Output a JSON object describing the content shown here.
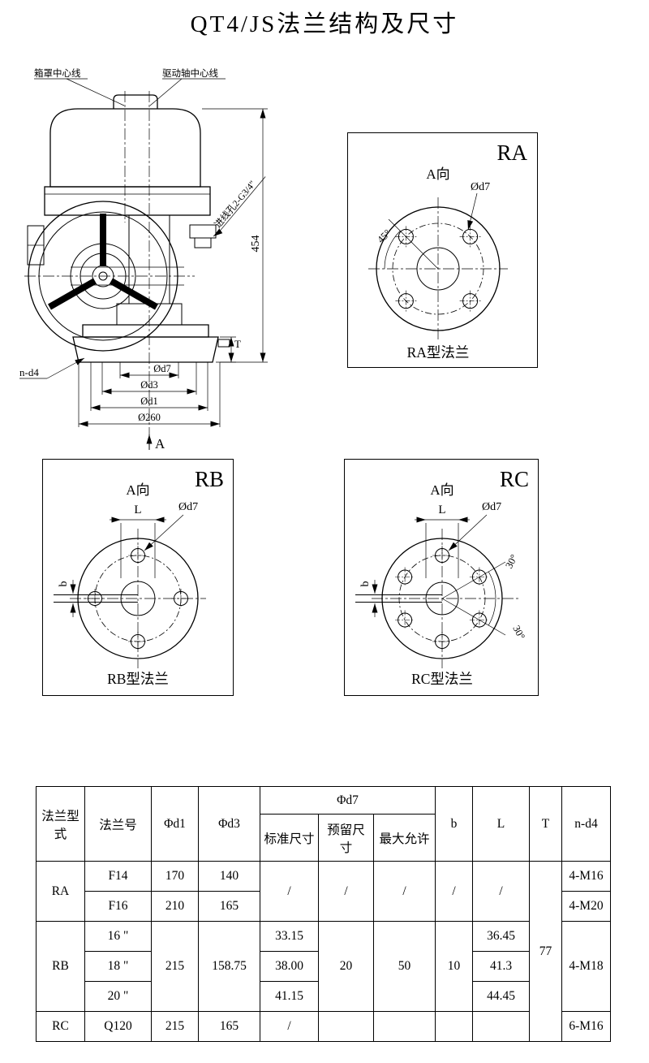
{
  "page": {
    "title": "QT4/JS法兰结构及尺寸"
  },
  "main_drawing": {
    "cover_centerline": "箱罩中心线",
    "shaft_centerline": "驱动轴中心线",
    "wire_hole": "进线孔2-G3/4\"",
    "overall_height": "454",
    "flange_thickness": "T",
    "bolt_note": "n-d4",
    "dia_d7": "Ød7",
    "dia_d3": "Ød3",
    "dia_d1": "Ød1",
    "dia_260": "Ø260",
    "view_label": "A"
  },
  "ra": {
    "code": "RA",
    "view": "A向",
    "dia_d7": "Ød7",
    "angle_45": "45°",
    "caption": "RA型法兰"
  },
  "rb": {
    "code": "RB",
    "view": "A向",
    "dim_l": "L",
    "dia_d7": "Ød7",
    "dim_b": "b",
    "caption": "RB型法兰"
  },
  "rc": {
    "code": "RC",
    "view": "A向",
    "dim_l": "L",
    "dia_d7": "Ød7",
    "dim_b": "b",
    "angle_30_upper": "30°",
    "angle_30_lower": "30°",
    "caption": "RC型法兰"
  },
  "table": {
    "headers": {
      "flange_type": "法兰型式",
      "flange_no": "法兰号",
      "d1": "Φd1",
      "d3": "Φd3",
      "d7": "Φd7",
      "d7_standard": "标准尺寸",
      "d7_reserved": "预留尺寸",
      "d7_max": "最大允许",
      "b": "b",
      "l": "L",
      "t": "T",
      "nd4": "n-d4"
    },
    "t_value": "77",
    "ra": {
      "type": "RA",
      "row1": {
        "no": "F14",
        "d1": "170",
        "d3": "140",
        "nd4": "4-M16"
      },
      "row2": {
        "no": "F16",
        "d1": "210",
        "d3": "165",
        "nd4": "4-M20"
      },
      "d7_standard": "/",
      "d7_reserved": "/",
      "d7_max": "/",
      "b": "/",
      "l": "/"
    },
    "rb": {
      "type": "RB",
      "d1": "215",
      "d3": "158.75",
      "d7_reserved": "20",
      "d7_max": "50",
      "b": "10",
      "nd4": "4-M18",
      "row1": {
        "no": "16 \"",
        "d7_standard": "33.15",
        "l": "36.45"
      },
      "row2": {
        "no": "18 \"",
        "d7_standard": "38.00",
        "l": "41.3"
      },
      "row3": {
        "no": "20 \"",
        "d7_standard": "41.15",
        "l": "44.45"
      }
    },
    "rc": {
      "type": "RC",
      "no": "Q120",
      "d1": "215",
      "d3": "165",
      "d7_standard": "/",
      "nd4": "6-M16"
    }
  }
}
